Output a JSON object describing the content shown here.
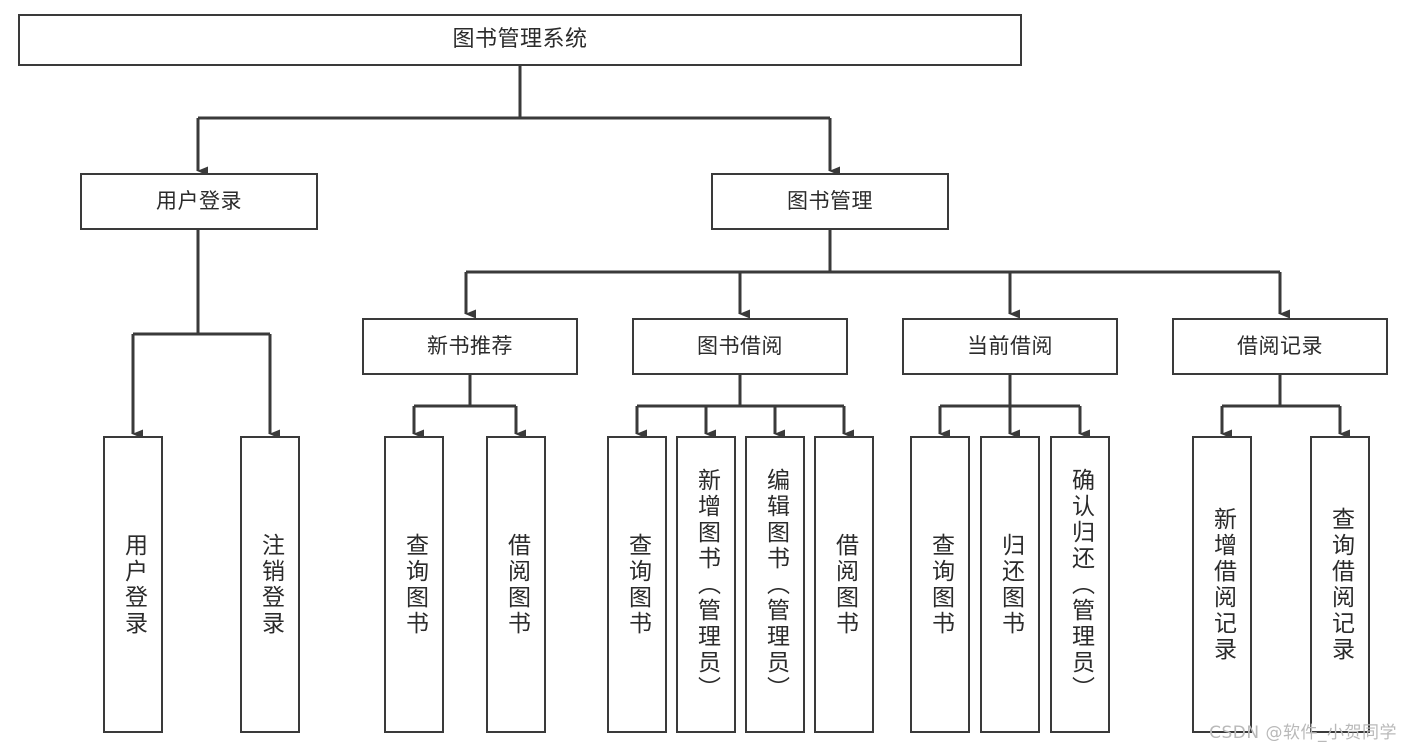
{
  "diagram": {
    "title": "图书管理系统",
    "type": "tree-hierarchy-chart",
    "watermark": "CSDN @软件_小贺同学",
    "colors": {
      "box_border": "#3a3a3a",
      "box_fill": "#ffffff",
      "edge": "#3a3a3a",
      "text": "#2b2b2b",
      "watermark": "#b9b9b9",
      "background": "#ffffff"
    }
  },
  "nodes": {
    "root": {
      "label": "图书管理系统"
    },
    "level1": [
      {
        "id": "user-login",
        "label": "用户登录"
      },
      {
        "id": "book-manage",
        "label": "图书管理"
      }
    ],
    "level2": [
      {
        "id": "new-book-recommend",
        "label": "新书推荐"
      },
      {
        "id": "book-borrow",
        "label": "图书借阅"
      },
      {
        "id": "current-borrow",
        "label": "当前借阅"
      },
      {
        "id": "borrow-record",
        "label": "借阅记录"
      }
    ],
    "leaves": {
      "user-login": [
        {
          "id": "leaf-user-login",
          "label": "用户登录"
        },
        {
          "id": "leaf-logout-login",
          "label": "注销登录"
        }
      ],
      "new-book-recommend": [
        {
          "id": "leaf-query-book-1",
          "label": "查询图书"
        },
        {
          "id": "leaf-borrow-book-1",
          "label": "借阅图书"
        }
      ],
      "book-borrow": [
        {
          "id": "leaf-query-book-2",
          "label": "查询图书"
        },
        {
          "id": "leaf-add-book-admin",
          "label": "新增图书（管理员）"
        },
        {
          "id": "leaf-edit-book-admin",
          "label": "编辑图书（管理员）"
        },
        {
          "id": "leaf-borrow-book-2",
          "label": "借阅图书"
        }
      ],
      "current-borrow": [
        {
          "id": "leaf-query-book-3",
          "label": "查询图书"
        },
        {
          "id": "leaf-return-book",
          "label": "归还图书"
        },
        {
          "id": "leaf-confirm-return-admin",
          "label": "确认归还（管理员）"
        }
      ],
      "borrow-record": [
        {
          "id": "leaf-add-borrow-record",
          "label": "新增借阅记录"
        },
        {
          "id": "leaf-query-borrow-record",
          "label": "查询借阅记录"
        }
      ]
    }
  }
}
